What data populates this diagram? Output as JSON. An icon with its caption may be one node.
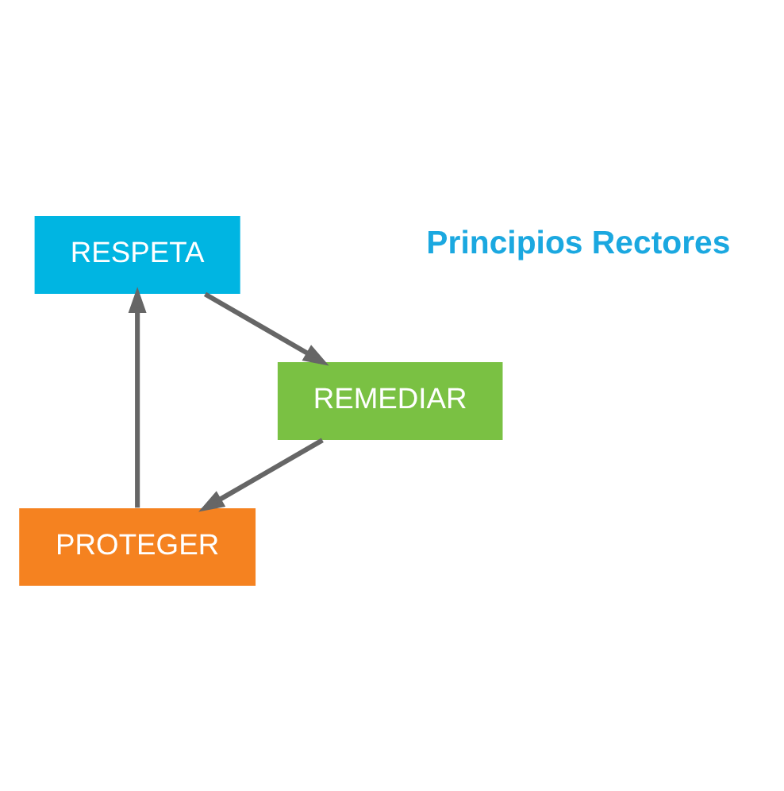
{
  "diagram": {
    "nodes": [
      {
        "text": [
          "PROTEGER"
        ]
      },
      {
        "text": [
          "RESPETA"
        ]
      },
      {
        "text": [
          "REMEDIAR"
        ]
      }
    ],
    "edges": [
      {
        "from": 0,
        "to": 1,
        "arrow": "to"
      },
      {
        "from": 1,
        "to": 2,
        "arrow": "to"
      },
      {
        "from": 2,
        "to": 0,
        "arrow": "to"
      }
    ],
    "labels": [
      "Principios Rectores"
    ]
  }
}
